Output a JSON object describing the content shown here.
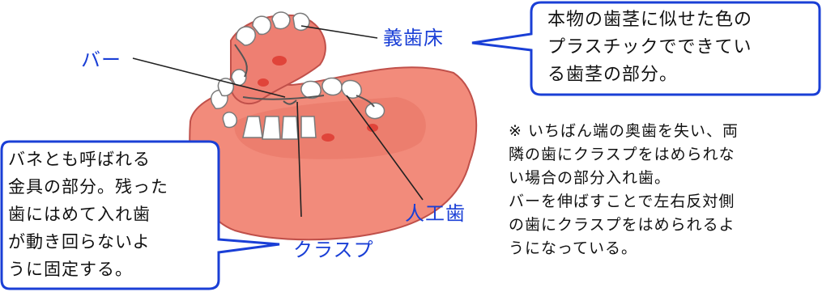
{
  "labels": {
    "base": "義歯床",
    "bar": "バー",
    "artificial_tooth": "人工歯",
    "clasp": "クラスプ"
  },
  "bubble_base": {
    "lines": [
      "本物の歯茎に似せた色の",
      "プラスチックでできてい",
      "る歯茎の部分。"
    ]
  },
  "bubble_clasp": {
    "lines": [
      "バネとも呼ばれる",
      "金具の部分。残った",
      "歯にはめて入れ歯",
      "が動き回らないよ",
      "うに固定する。"
    ]
  },
  "note": {
    "lines": [
      "※ いちばん端の奥歯を失い、両",
      "隣の歯にクラスプをはめられな",
      "い場合の部分入れ歯。",
      "バーを伸ばすことで左右反対側",
      "の歯にクラスプをはめられるよ",
      "うになっている。"
    ]
  },
  "colors": {
    "label_blue": "#1a3fd6",
    "gum_pink": "#f08a7a",
    "bubble_border": "#1a3fd6"
  }
}
